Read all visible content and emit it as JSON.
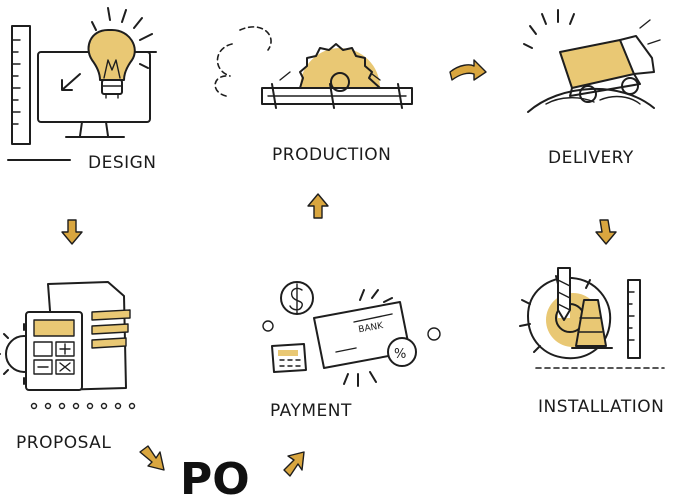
{
  "steps": {
    "design": "DESIGN",
    "production": "PRODUCTION",
    "delivery": "DELIVERY",
    "proposal": "PROPOSAL",
    "payment": "PAYMENT",
    "installation": "INSTALLATION"
  },
  "po_label": "PO",
  "colors": {
    "accent": "#d9a63f",
    "ink": "#1e1e1e",
    "background": "#ffffff"
  },
  "icons": [
    "monitor-lightbulb-icon",
    "saw-blade-icon",
    "delivery-truck-icon",
    "calculator-document-icon",
    "payment-check-icon",
    "installation-gear-icon"
  ]
}
